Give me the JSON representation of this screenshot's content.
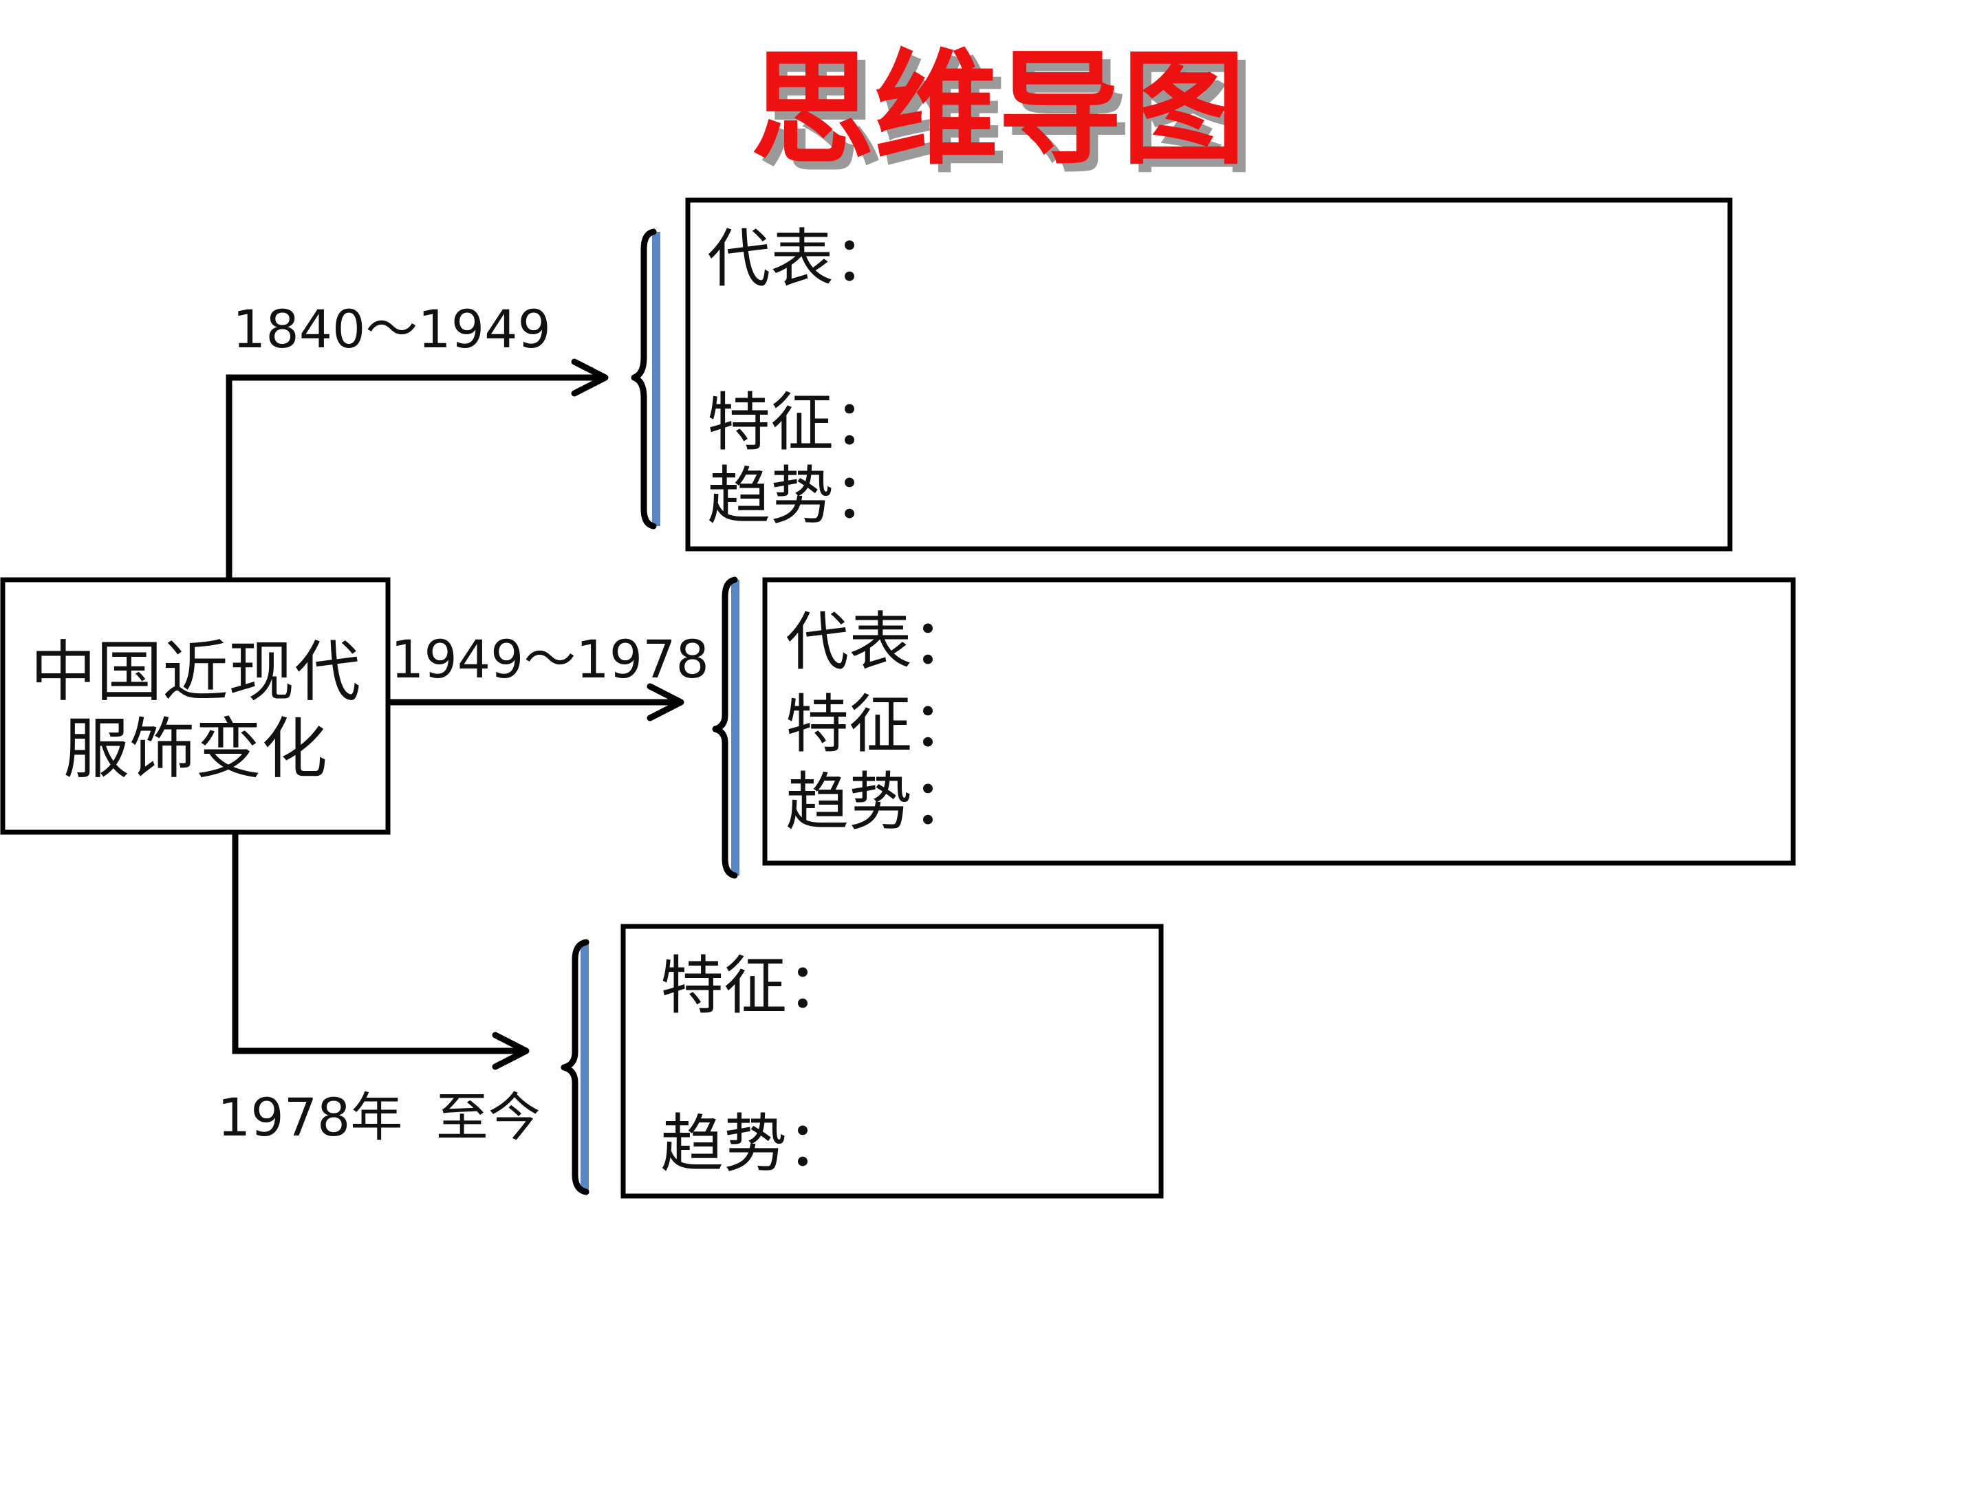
{
  "title": {
    "text": "思维导图",
    "color": "#ee1111",
    "shadow_color": "#9a9a9a"
  },
  "root": {
    "lines": [
      "中国近现代",
      "服饰变化"
    ]
  },
  "branches": [
    {
      "period": "1840～1949",
      "fields": [
        "代表：",
        "特征：",
        "趋势："
      ]
    },
    {
      "period": "1949～1978",
      "fields": [
        "代表：",
        "特征：",
        "趋势："
      ]
    },
    {
      "period": "1978年  至今",
      "fields": [
        "特征：",
        "趋势："
      ]
    }
  ],
  "colors": {
    "brace_accent": "#5b86c4",
    "line": "#000000"
  }
}
